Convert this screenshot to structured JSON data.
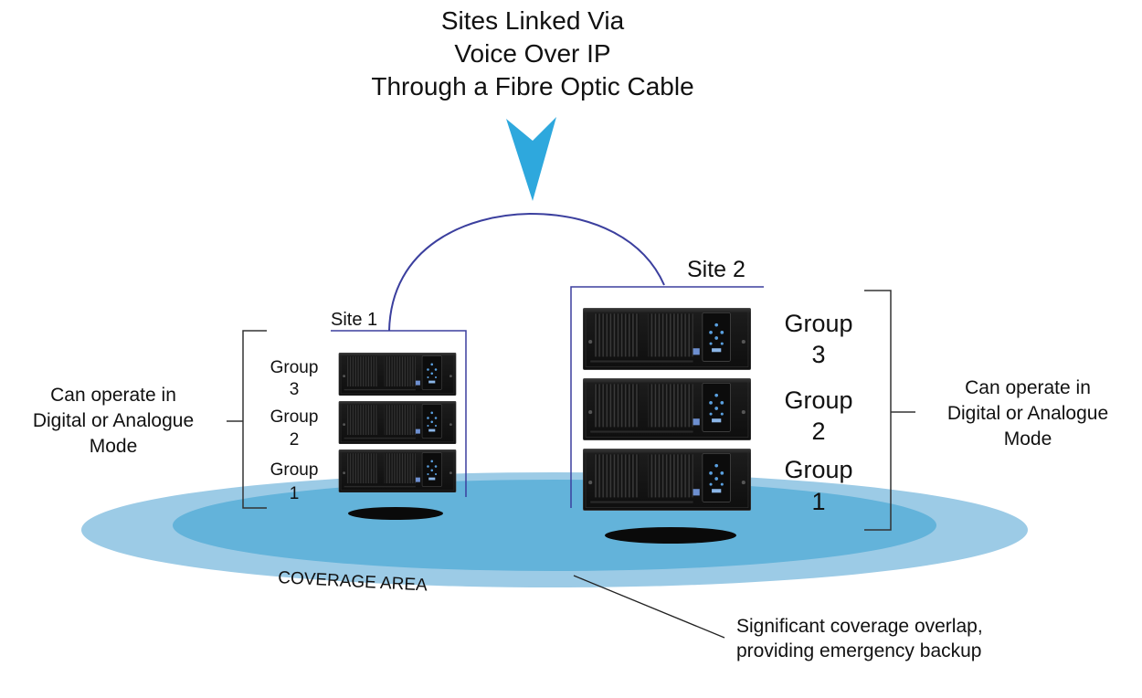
{
  "title_lines": [
    "Sites Linked Via",
    "Voice Over IP",
    "Through a Fibre Optic Cable"
  ],
  "site1": {
    "label": "Site 1",
    "groups": [
      {
        "word": "Group",
        "num": "3"
      },
      {
        "word": "Group",
        "num": "2"
      },
      {
        "word": "Group",
        "num": "1"
      }
    ]
  },
  "site2": {
    "label": "Site 2",
    "groups": [
      {
        "word": "Group",
        "num": "3"
      },
      {
        "word": "Group",
        "num": "2"
      },
      {
        "word": "Group",
        "num": "1"
      }
    ]
  },
  "mode_note_left": [
    "Can operate in",
    "Digital or Analogue",
    "Mode"
  ],
  "mode_note_right": [
    "Can operate in",
    "Digital or Analogue",
    "Mode"
  ],
  "coverage_label": "COVERAGE AREA",
  "overlap_note": [
    "Significant coverage overlap,",
    "providing emergency backup"
  ],
  "colors": {
    "arrow": "#2ea8dd",
    "link_arc": "#3b3f9e",
    "bracket_line": "#3b3f9e",
    "coverage_outer": "#9ccbe6",
    "coverage_inner": "#63b3da",
    "unit_body": "#1a1a1a",
    "shadow": "#0a0a0a"
  }
}
